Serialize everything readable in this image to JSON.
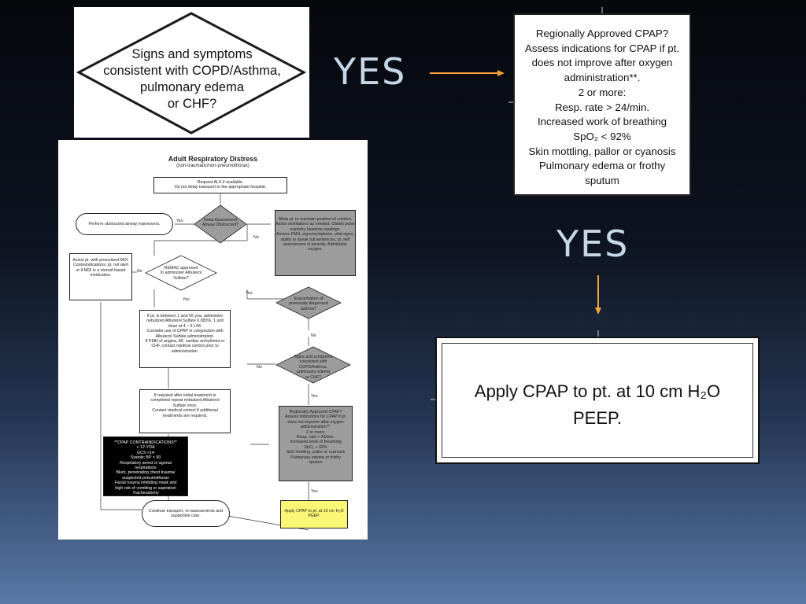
{
  "slide": {
    "diamond_lines": [
      "Signs and symptoms",
      "consistent with COPD/Asthma,",
      "pulmonary edema",
      "or CHF?"
    ],
    "yes_label_top": "YES",
    "yes_label_mid": "YES",
    "criteria_lines": [
      "Regionally Approved CPAP?",
      "Assess indications for CPAP if pt.",
      "does not improve after oxygen",
      "administration**.",
      "2 or more:",
      "Resp. rate > 24/min.",
      "Increased work of breathing",
      "SpO₂ < 92%",
      "Skin mottling, pallor or cyanosis",
      "Pulmonary edema or frothy",
      "sputum"
    ],
    "apply_lines": [
      "Apply CPAP to pt. at 10 cm H₂O",
      "PEEP."
    ],
    "colors": {
      "arrow": "#f2a43a",
      "yes": "#c7d7e8",
      "thumb_gray": "#9c9c9c",
      "thumb_yellow": "#fbf675"
    }
  },
  "thumbnail": {
    "title": "Adult Respiratory Distress",
    "subtitle": "(non-traumatic/non-pneumothorax)",
    "request": [
      "Request ALS if available.",
      "Do not delay transport to the appropriate hospital."
    ],
    "perform": "Perform obstructed airway maneuvers.",
    "initial_assess": [
      "Initial Assessment",
      "Airway Obstructed?"
    ],
    "yes": "Yes",
    "no": "No",
    "allow_pt": [
      "Allow pt. to maintain position of comfort.",
      "Assist ventilations as needed. Obtain pulse",
      "oximetry baseline readings.",
      "",
      "Assess PMH, signs/symptoms, vital signs,",
      "ability to speak full sentences, pt. self",
      "assessment of severity. Administer",
      "oxygen."
    ],
    "assist_mdi": [
      "Assist pt. with prescribed MDI.",
      "",
      "Contraindications: pt. not alert",
      "or if MDI is a steroid based",
      "medication."
    ],
    "remac": [
      "REMAC approved",
      "to administer Albuterol",
      "Sulfate?"
    ],
    "albuterol": [
      "If pt. is between 1 and 65 yoa, administer",
      "nebulized Albuterol Sulfate 0.083%, 1 unit",
      "dose at 4 – 6 L/M.",
      "",
      "Consider use of CPAP in conjunction with",
      "Albuterol Sulfate administration.",
      "",
      "If PMH of angina, MI, cardiac arrhythmia or",
      "CHF, contact medical control prior to",
      "administration."
    ],
    "exacerbation": [
      "Exacerbation of",
      "previously diagnosed",
      "asthma?"
    ],
    "signs": [
      "Signs and symptoms",
      "consistent with COPD/Asthma,",
      "pulmonary edema",
      "or CHF?"
    ],
    "repeat": [
      "If required after initial treatment is",
      "completed repeat nebulized Albuterol",
      "Sulfate once.",
      "",
      "Contact medical control if additional",
      "treatments are required."
    ],
    "regional": [
      "Regionally Approved CPAP?",
      "Assess indications for CPAP if pt.",
      "does not improve after oxygen",
      "administration**.",
      "2 or more:",
      "Resp. rate > 24/min.",
      "Increased work of breathing",
      "SpO₂ < 92%",
      "Skin mottling, pallor or cyanosis",
      "Pulmonary edema or frothy",
      "sputum"
    ],
    "contraindications": [
      "**CPAP CONTRAINDICATIONS**",
      "< 12 YOA",
      "GCS <14",
      "Systolic BP < 90",
      "Respiratory arrest or agonal",
      "respirations",
      "Blunt, penetrating chest trauma/",
      "suspected pneumothorax",
      "Facial trauma inhibiting mask and",
      "high risk of vomiting or aspiration",
      "Tracheostomy"
    ],
    "continue": [
      "Continue transport, re-assessments and",
      "supportive care."
    ],
    "apply": [
      "Apply CPAP to pt. at 10 cm H₂O",
      "PEEP."
    ]
  }
}
